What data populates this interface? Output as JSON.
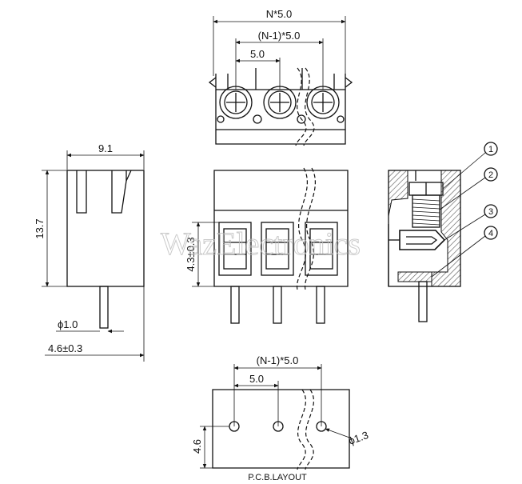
{
  "top_view": {
    "overall_width_label": "N*5.0",
    "span_label": "(N-1)*5.0",
    "pitch_label": "5.0"
  },
  "side_view": {
    "width_label": "9.1",
    "height_label": "13.7",
    "pin_diameter_label": "ϕ1.0",
    "pin_length_label": "4.6±0.3"
  },
  "front_view": {
    "pin_height_label": "4.3±0.3"
  },
  "section_view": {
    "callouts": [
      "1",
      "2",
      "3",
      "4"
    ]
  },
  "pcb_layout": {
    "span_label": "(N-1)*5.0",
    "pitch_label": "5.0",
    "offset_label": "4.6",
    "hole_diameter_label": "ϕ1.3",
    "caption": "P.C.B.LAYOUT"
  },
  "watermark": "WazElectronics"
}
